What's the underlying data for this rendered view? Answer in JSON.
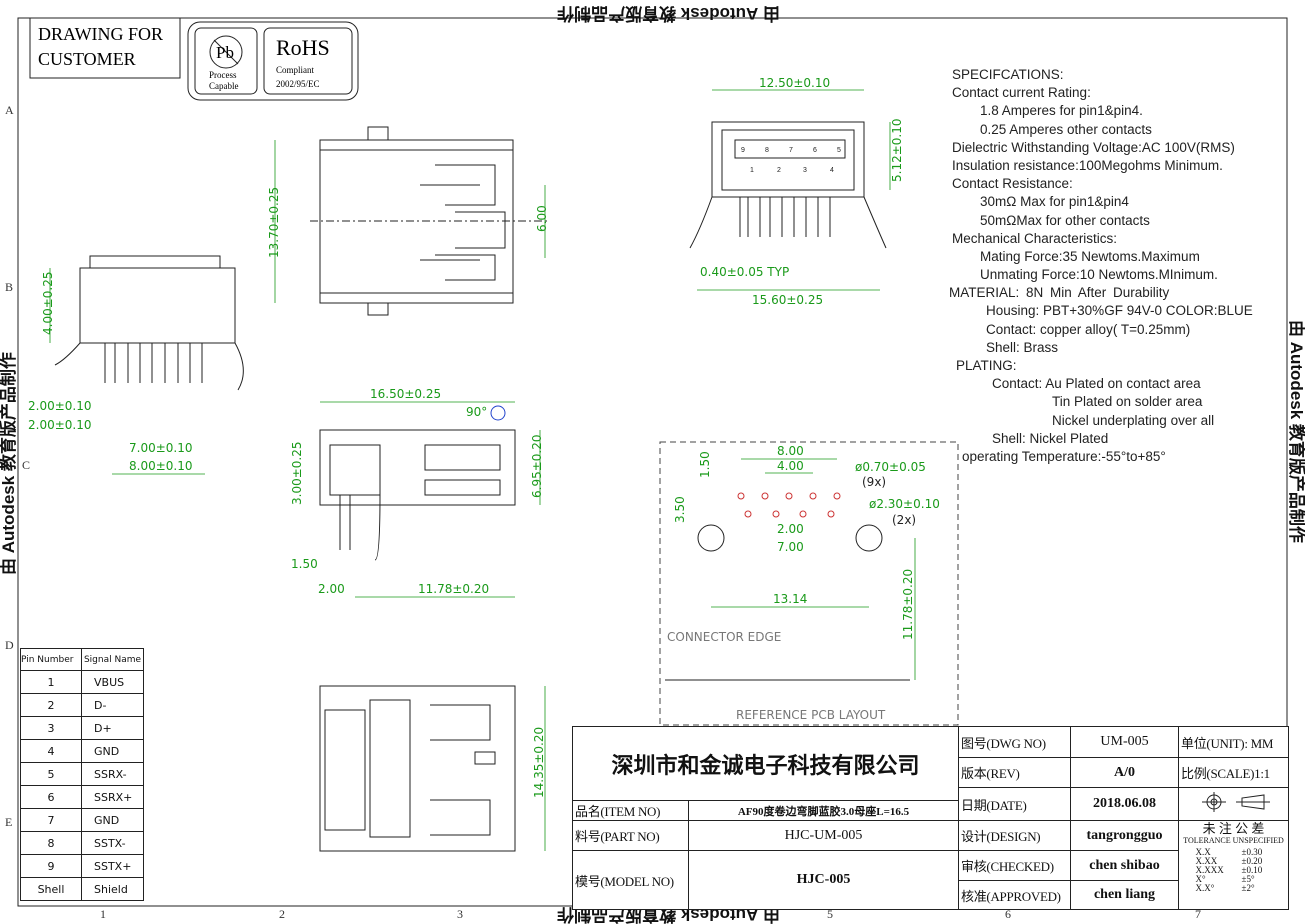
{
  "header": {
    "stamp_line1": "DRAWING FOR",
    "stamp_line2": "CUSTOMER",
    "pb_logo": "Pb",
    "pb_caption1": "Process",
    "pb_caption2": "Capable",
    "rohs": "RoHS",
    "rohs_caption1": "Compliant",
    "rohs_caption2": "2002/95/EC"
  },
  "watermark": "由 Autodesk 教育版产品制作",
  "zones": {
    "rows": [
      "A",
      "B",
      "C",
      "D",
      "E"
    ],
    "cols": [
      "1",
      "2",
      "3",
      "5",
      "6",
      "7"
    ]
  },
  "specs": [
    "SPECIFCATIONS:",
    "Contact  current  Rating:",
    "     1.8  Amperes  for  pin1&pin4.",
    "     0.25  Amperes  other  contacts",
    "Dielectric  Withstanding  Voltage:AC  100V(RMS)",
    "Insulation  resistance:100Megohms  Minimum.",
    "Contact  Resistance:",
    "     30mΩ  Max  for  pin1&pin4",
    "     50mΩMax  for  other  contacts",
    "Mechanical  Characteristics:",
    "     Mating  Force:35  Newtoms.Maximum",
    "     Unmating  Force:10  Newtoms.MInimum.",
    "MATERIAL:                   8N  Min  After  Durability",
    "      Housing:  PBT+30%GF  94V-0  COLOR:BLUE",
    "      Contact:  copper  alloy(  T=0.25mm)",
    "      Shell:     Brass",
    " PLATING:",
    "        Contact:  Au  Plated  on  contact  area",
    "                     Tin  Plated  on  solder  area",
    "                     Nickel  underplating  over  all",
    "        Shell:     Nickel  Plated",
    " operating  Temperature:-55°to+85°"
  ],
  "dimensions": {
    "front_width": "12.50±0.10",
    "front_height": "5.12±0.10",
    "pin_width": "0.40±0.05  TYP",
    "front_total": "15.60±0.25",
    "top_height": "13.70±0.25",
    "top_inner": "6.00",
    "side_height": "4.00±0.25",
    "side_pitch1": "2.00±0.10",
    "side_pitch2": "2.00±0.10",
    "side_span1": "7.00±0.10",
    "side_span2": "8.00±0.10",
    "profile_length": "16.50±0.25",
    "profile_angle": "90°",
    "profile_height": "6.95±0.20",
    "profile_body": "3.00±0.25",
    "profile_pin": "1.50",
    "profile_offset": "2.00",
    "profile_depth": "11.78±0.20",
    "bottom_length": "14.35±0.20",
    "pcb_span8": "8.00",
    "pcb_span4": "4.00",
    "pcb_row": "1.50",
    "pcb_rowoff": "3.50",
    "pcb_hole_small": "ø0.70±0.05",
    "pcb_hole_small_count": "(9x)",
    "pcb_hole_large": "ø2.30±0.10",
    "pcb_hole_large_count": "(2x)",
    "pcb_span2": "2.00",
    "pcb_span7": "7.00",
    "pcb_span13": "13.14",
    "pcb_depth": "11.78±0.20",
    "connector_edge": "CONNECTOR EDGE",
    "pcb_title": "REFERENCE PCB LAYOUT"
  },
  "front_pin_numbers_top": [
    "9",
    "8",
    "7",
    "6",
    "5"
  ],
  "front_pin_numbers_bottom": [
    "1",
    "2",
    "3",
    "4"
  ],
  "pin_table": {
    "headers": [
      "Pin Number",
      "Signal Name"
    ],
    "rows": [
      [
        "1",
        "VBUS"
      ],
      [
        "2",
        "D-"
      ],
      [
        "3",
        "D+"
      ],
      [
        "4",
        "GND"
      ],
      [
        "5",
        "SSRX-"
      ],
      [
        "6",
        "SSRX+"
      ],
      [
        "7",
        "GND"
      ],
      [
        "8",
        "SSTX-"
      ],
      [
        "9",
        "SSTX+"
      ],
      [
        "Shell",
        "Shield"
      ]
    ]
  },
  "title_block": {
    "company": "深圳市和金诚电子科技有限公司",
    "item_label": "品名(ITEM NO)",
    "item_value": "AF90度卷边弯脚蓝胶3.0母座L=16.5",
    "part_label": "料号(PART NO)",
    "part_value": "HJC-UM-005",
    "model_label": "模号(MODEL NO)",
    "model_value": "HJC-005",
    "dwg_label": "图号(DWG NO)",
    "dwg_value": "UM-005",
    "unit": "单位(UNIT): MM",
    "rev_label": "版本(REV)",
    "rev_value": "A/0",
    "scale": "比例(SCALE)1:1",
    "date_label": "日期(DATE)",
    "date_value": "2018.06.08",
    "design_label": "设计(DESIGN)",
    "design_value": "tangrongguo",
    "checked_label": "审核(CHECKED)",
    "checked_value": "chen shibao",
    "approved_label": "核准(APPROVED)",
    "approved_value": "chen liang",
    "tolerance_cn": "未 注 公 差",
    "tolerance_en": "TOLERANCE UNSPECIFIED",
    "tolerances": [
      [
        "X.X",
        "±0.30"
      ],
      [
        "X.XX",
        "±0.20"
      ],
      [
        "X.XXX",
        "±0.10"
      ],
      [
        "X°",
        "±5°"
      ],
      [
        "X.X°",
        "±2°"
      ]
    ]
  }
}
